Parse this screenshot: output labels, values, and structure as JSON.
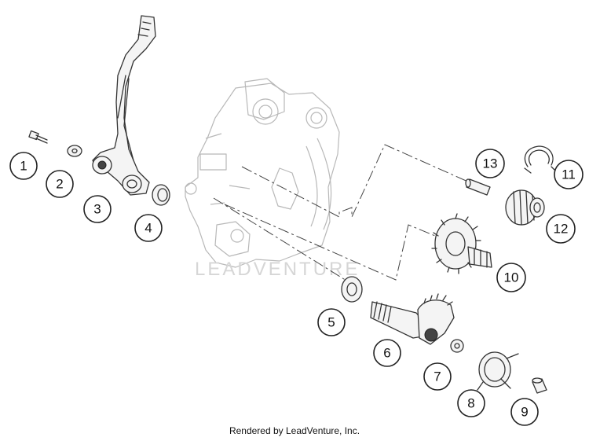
{
  "watermark": "LEADVENTURE",
  "footer": "Rendered by LeadVenture, Inc.",
  "callouts": [
    "1",
    "2",
    "3",
    "4",
    "5",
    "6",
    "7",
    "8",
    "9",
    "10",
    "11",
    "12",
    "13"
  ]
}
